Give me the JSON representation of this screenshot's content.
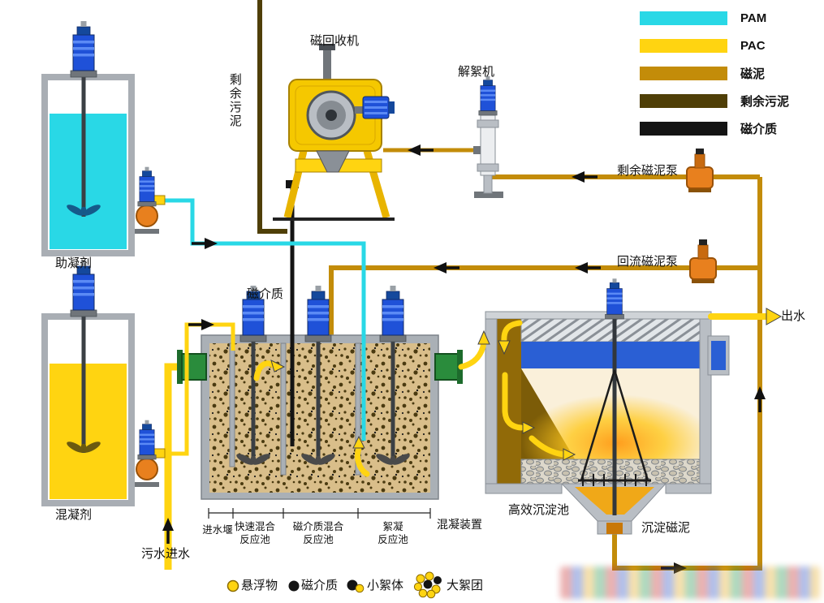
{
  "legend": {
    "items": [
      {
        "label": "PAM",
        "color": "#29d8e6"
      },
      {
        "label": "PAC",
        "color": "#ffd411"
      },
      {
        "label": "磁泥",
        "color": "#c38c09"
      },
      {
        "label": "剩余污泥",
        "color": "#4f3f07"
      },
      {
        "label": "磁介质",
        "color": "#141414"
      }
    ]
  },
  "labels": {
    "magnetic_recovery_machine": "磁回收机",
    "deflocculator": "解絮机",
    "surplus_sludge": "剩余污泥",
    "surplus_magnetic_sludge_pump": "剩余磁泥泵",
    "return_magnetic_sludge_pump": "回流磁泥泵",
    "coagulant_aid": "助凝剂",
    "coagulant": "混凝剂",
    "magnetic_media": "磁介质",
    "effluent": "出水",
    "influent": "污水进水",
    "inlet_weir": "进水堰",
    "rapid_mix": "快速混合\n反应池",
    "media_mix": "磁介质混合\n反应池",
    "flocculation": "絮凝\n反应池",
    "coagulation_unit": "混凝装置",
    "sedimentation_tank": "高效沉淀池",
    "settled_sludge": "沉淀磁泥"
  },
  "particles": {
    "suspended": "悬浮物",
    "media": "磁介质",
    "small_floc": "小絮体",
    "large_floc": "大絮团"
  }
}
